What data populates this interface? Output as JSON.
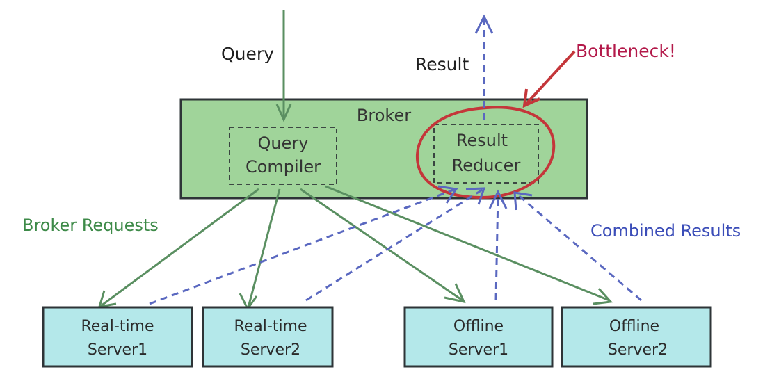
{
  "colors": {
    "broker_fill": "#a0d49a",
    "server_fill": "#b4e8ea",
    "outline": "#2e3437",
    "request_arrow": "#5a8f61",
    "result_arrow": "#5a68c0",
    "bottleneck": "#c4363a",
    "broker_requests_label": "#3d8a48",
    "combined_results_label": "#3b4db8",
    "bottleneck_label": "#b3194a"
  },
  "labels": {
    "query": "Query",
    "result": "Result",
    "bottleneck": "Bottleneck!",
    "broker_requests": "Broker Requests",
    "combined_results": "Combined Results"
  },
  "broker": {
    "title": "Broker",
    "query_compiler": [
      "Query",
      "Compiler"
    ],
    "result_reducer": [
      "Result",
      "Reducer"
    ]
  },
  "servers": [
    {
      "line1": "Real-time",
      "line2": "Server1"
    },
    {
      "line1": "Real-time",
      "line2": "Server2"
    },
    {
      "line1": "Offline",
      "line2": "Server1"
    },
    {
      "line1": "Offline",
      "line2": "Server2"
    }
  ]
}
